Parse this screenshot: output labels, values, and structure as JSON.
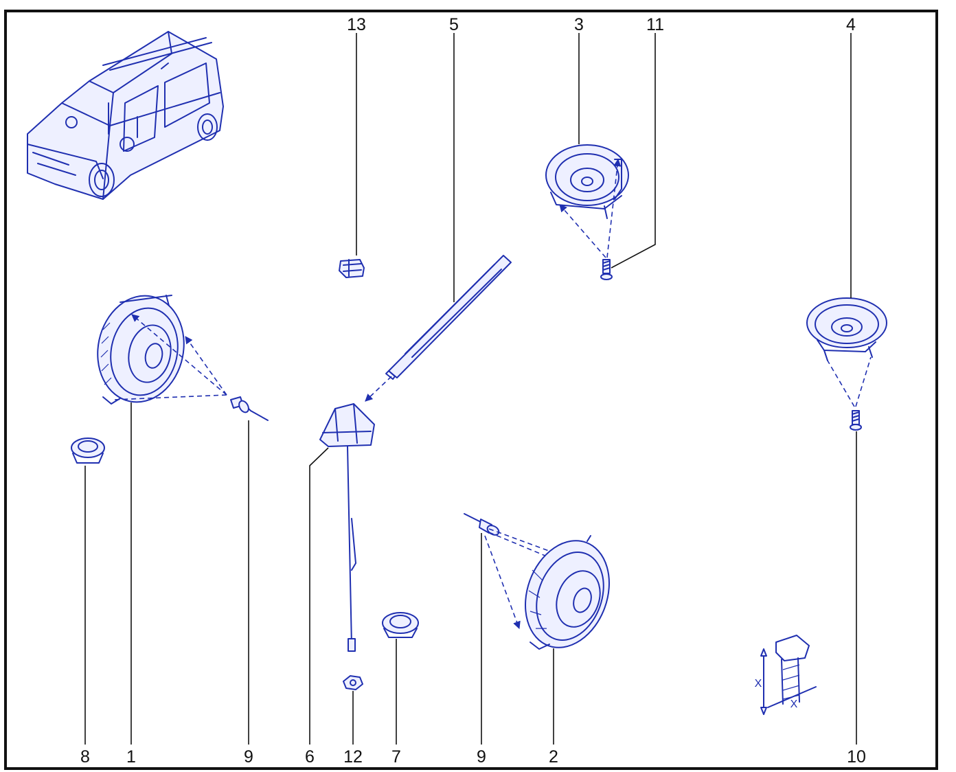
{
  "diagram": {
    "colors": {
      "line": "#1f2fb0",
      "label": "#111111",
      "frame": "#111111",
      "background": "#ffffff"
    },
    "callouts": {
      "top": [
        "13",
        "5",
        "3",
        "11",
        "4"
      ],
      "bottom": [
        "8",
        "1",
        "9",
        "6",
        "12",
        "7",
        "9",
        "2",
        "10"
      ]
    },
    "dimension_marks": [
      "X",
      "X"
    ],
    "parts": [
      {
        "icon": "van-icon"
      },
      {
        "icon": "front-door-speaker-icon"
      },
      {
        "icon": "rear-door-speaker-icon"
      },
      {
        "icon": "dashboard-speaker-icon"
      },
      {
        "icon": "rear-speaker-icon"
      },
      {
        "icon": "antenna-mast-icon"
      },
      {
        "icon": "antenna-base-icon"
      },
      {
        "icon": "tweeter-icon"
      },
      {
        "icon": "rivet-icon"
      },
      {
        "icon": "screw-icon"
      },
      {
        "icon": "clip-icon"
      },
      {
        "icon": "nut-icon"
      },
      {
        "icon": "bolt-dimension-icon"
      }
    ]
  }
}
